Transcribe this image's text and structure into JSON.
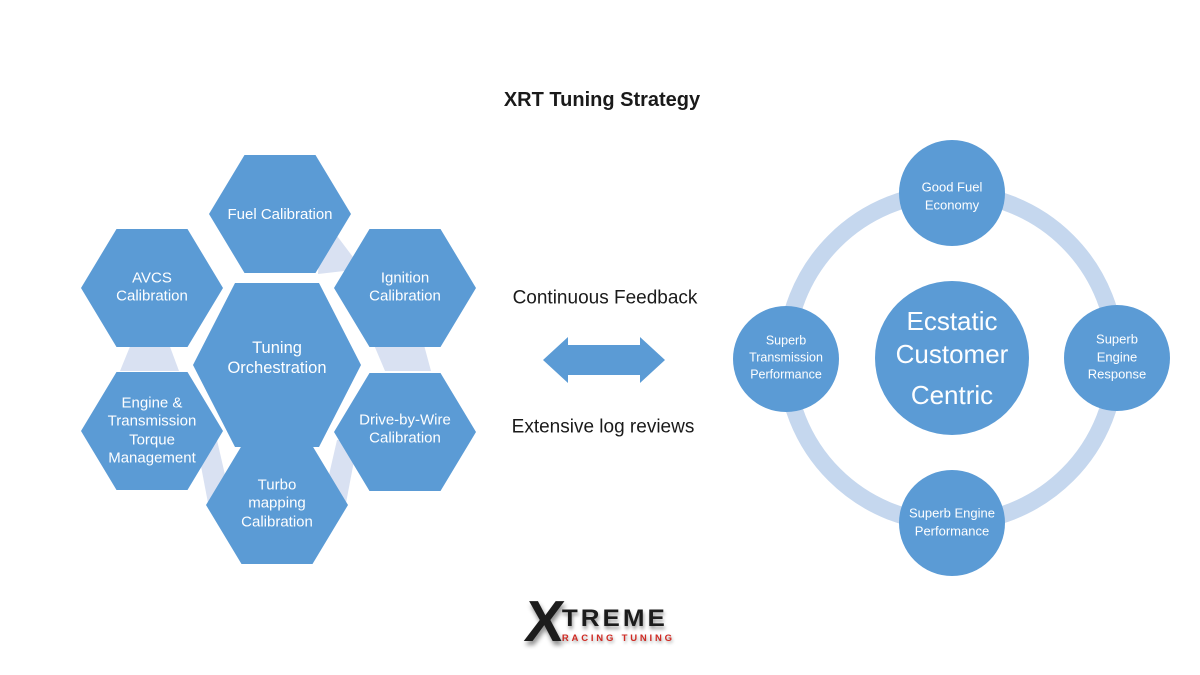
{
  "title": "XRT Tuning Strategy",
  "colors": {
    "accent_blue": "#5B9BD5",
    "connector_light": "#D9E1F2",
    "ring_light": "#C5D7EE",
    "text_dark": "#1A1A1A",
    "logo_black": "#1C1C1C",
    "logo_red": "#D02A23"
  },
  "hex_cluster": {
    "center": "Tuning Orchestration",
    "top": "Fuel Calibration",
    "upper_left": "AVCS Calibration",
    "upper_right": "Ignition Calibration",
    "lower_left": "Engine & Transmission Torque Management",
    "lower_right": "Drive-by-Wire Calibration",
    "bottom": "Turbo mapping Calibration"
  },
  "feedback": {
    "top_text": "Continuous Feedback",
    "bottom_text": "Extensive log reviews"
  },
  "cycle": {
    "center_line1": "Ecstatic Customer",
    "center_line2": "Centric",
    "top": "Good Fuel Economy",
    "left": "Superb Transmission Performance",
    "right": "Superb Engine Response",
    "bottom": "Superb Engine Performance"
  },
  "logo": {
    "mark": "X",
    "name": "TREME",
    "tagline": "RACING TUNING"
  }
}
